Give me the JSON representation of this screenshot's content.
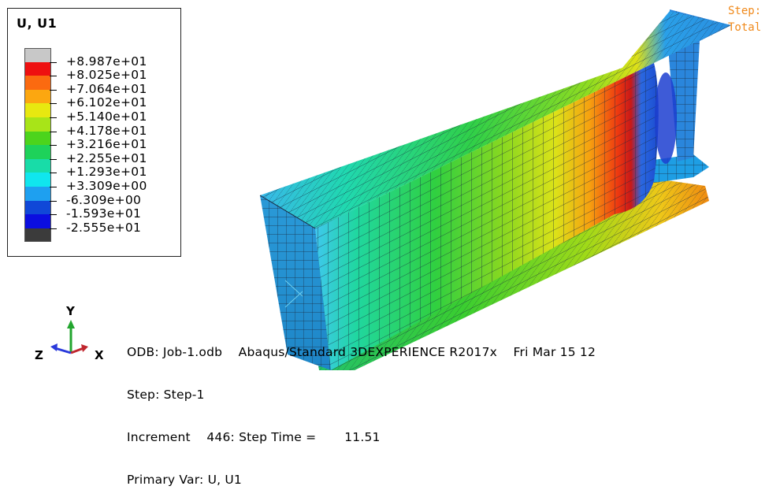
{
  "legend": {
    "title": "U, U1",
    "colors": [
      "#c8c8c8",
      "#ee1010",
      "#fb6a10",
      "#fca710",
      "#e8e810",
      "#a8e418",
      "#4cd41c",
      "#1ed25a",
      "#18dca8",
      "#10e6ee",
      "#1ea0f0",
      "#1048d8",
      "#0b0ee0",
      "#3b3b3b"
    ],
    "labels": [
      "+8.987e+01",
      "+8.025e+01",
      "+7.064e+01",
      "+6.102e+01",
      "+5.140e+01",
      "+4.178e+01",
      "+3.216e+01",
      "+2.255e+01",
      "+1.293e+01",
      "+3.309e+00",
      "-6.309e+00",
      "-1.593e+01",
      "-2.555e+01"
    ]
  },
  "step_overlay": {
    "line1": "Step:",
    "line2": "Total"
  },
  "info": {
    "line1": "ODB: Job-1.odb    Abaqus/Standard 3DEXPERIENCE R2017x    Fri Mar 15 12",
    "line2": "Step: Step-1",
    "line3": "Increment    446: Step Time =       11.51",
    "line4": "Primary Var: U, U1"
  },
  "triad": {
    "x": "X",
    "y": "Y",
    "z": "Z"
  },
  "colors": {
    "step_overlay": "#f0891a",
    "axis_x": "#c0262e",
    "axis_y": "#22a52e",
    "axis_z": "#2a3adb",
    "mesh_line": "#1a2a40"
  }
}
